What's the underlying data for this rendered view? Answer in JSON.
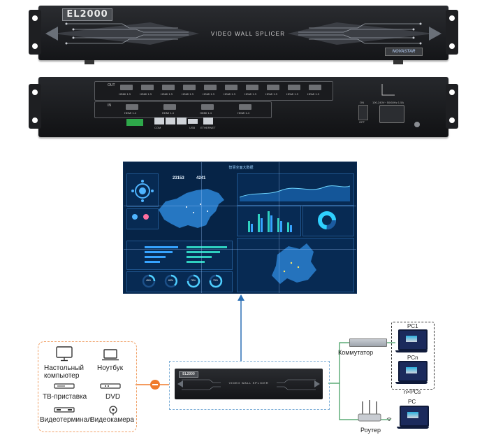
{
  "front_panel": {
    "brand": "EL2000",
    "title": "VIDEO WALL SPLICER",
    "logo": "NOVASTAR"
  },
  "rear_panel": {
    "out_card_label": "OUT",
    "in_card_label": "IN",
    "out_ports": [
      "HDMI 1.3",
      "HDMI 1.3",
      "HDMI 1.3",
      "HDMI 1.3",
      "HDMI 1.3",
      "HDMI 1.3",
      "HDMI 1.3",
      "HDMI 1.3",
      "HDMI 1.3",
      "HDMI 1.3"
    ],
    "in_ports": [
      "HDMI 1.4",
      "HDMI 1.4",
      "HDMI 1.4",
      "HDMI 1.4"
    ],
    "com_label": "COM",
    "usb_label": "USB",
    "ethernet_label": "ETHERNET",
    "power_label": "100-240V~ 50/60Hz 1.5A",
    "switch_on": "ON",
    "switch_off": "OFF"
  },
  "dashboard": {
    "title": "智慧全面大数据",
    "stat_1": "23153",
    "stat_2": "4241",
    "ring_values": [
      "45%",
      "63%",
      "78%",
      "75%"
    ]
  },
  "sources": {
    "items": [
      "Настольный компьютер",
      "Ноутбук",
      "ТВ-приставка",
      "DVD",
      "Видеотерминал",
      "Видеокамера"
    ],
    "desktop_line1": "Настольный",
    "desktop_line2": "компьютер"
  },
  "splicer_mini": {
    "brand": "EL2000",
    "title": "VIDEO WALL SPLICER"
  },
  "network": {
    "switch_label": "Коммутатор",
    "router_label": "Роутер",
    "pc1_label": "PC1",
    "pcn_label": "PCn",
    "npcs_label": "n×PCs",
    "pc_label": "PC"
  },
  "colors": {
    "arrow_blue": "#2a6fb5",
    "line_green": "#3a9a5a",
    "connector_orange": "#f07a2a",
    "source_border": "#f0a066"
  }
}
